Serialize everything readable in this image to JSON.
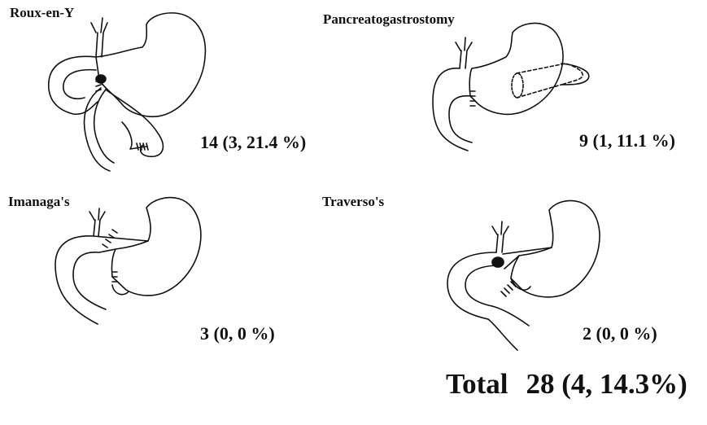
{
  "procedures": [
    {
      "title": "Roux-en-Y",
      "count": "14 (3, 21.4 %)"
    },
    {
      "title": "Pancreatogastrostomy",
      "count": "9 (1, 11.1 %)"
    },
    {
      "title": "Imanaga's",
      "count": "3 (0, 0 %)"
    },
    {
      "title": "Traverso's",
      "count": "2 (0, 0 %)"
    }
  ],
  "total": {
    "label": "Total",
    "value": "28 (4, 14.3%)"
  }
}
